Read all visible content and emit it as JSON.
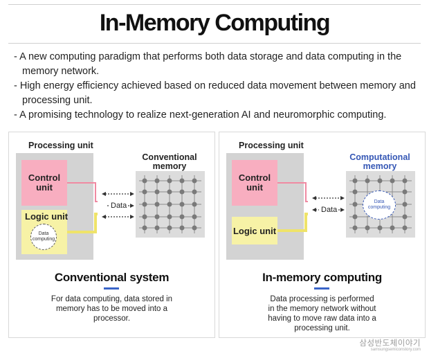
{
  "title": "In-Memory Computing",
  "bullets": [
    "A new computing paradigm that performs both data storage and data computing in the memory network.",
    "High energy efficiency achieved based on reduced data movement between memory and processing unit.",
    "A promising technology to realize next-generation AI and neuromorphic computing."
  ],
  "colors": {
    "control_unit": "#f8aec0",
    "logic_unit": "#f7f2a6",
    "processing_unit": "#d3d3d3",
    "memory": "#dcdcdc",
    "accent_blue": "#3557b5"
  },
  "conventional": {
    "processing_unit": "Processing unit",
    "control_unit": "Control unit",
    "logic_unit": "Logic unit",
    "data_computing": "Data computing",
    "memory_label": "Conventional memory",
    "data_label": "Data",
    "system_title": "Conventional system",
    "description": "For data computing, data stored in memory has to be moved into a processor."
  },
  "in_memory": {
    "processing_unit": "Processing unit",
    "control_unit": "Control unit",
    "logic_unit": "Logic unit",
    "data_computing": "Data computing",
    "memory_label": "Computational memory",
    "data_label": "Data",
    "system_title": "In-memory computing",
    "description": "Data processing is performed in the memory network without having to move raw data into a processing unit."
  },
  "watermark": {
    "main": "삼성반도체이야기",
    "sub": "samsungsemiconstory.com"
  }
}
